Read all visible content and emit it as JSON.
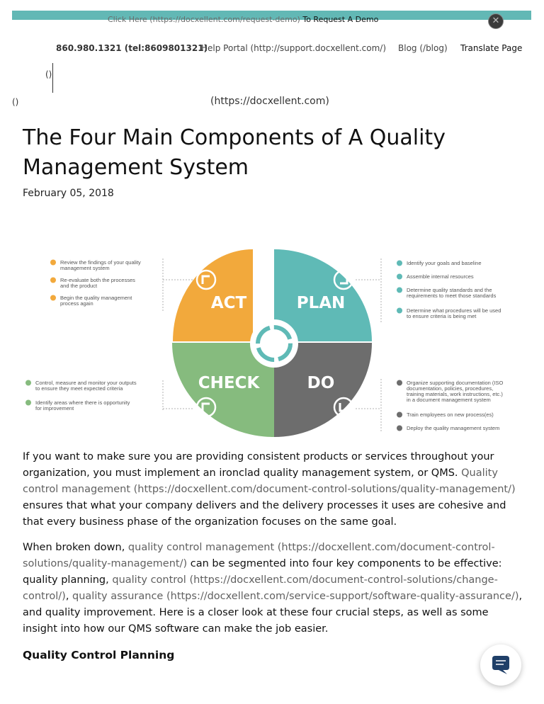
{
  "banner": {
    "url_text": "Click Here (https://docxellent.com/request-demo)",
    "cta_text": "To Request A Demo",
    "close_glyph": "✕"
  },
  "nav": {
    "phone": "860.980.1321 (tel:8609801321)",
    "help": "Help Portal (http://support.docxellent.com/)",
    "blog": "Blog (/blog)",
    "translate": "Translate Page"
  },
  "misc": {
    "paren_a": "()",
    "paren_b": "()",
    "home_link": "(https://docxellent.com)"
  },
  "article": {
    "title": "The Four Main Components of A Quality Management System",
    "date": "February 05, 2018",
    "p1_a": "If you want to make sure you are providing consistent products or services throughout your organization, you must implement an ironclad quality management system, or QMS. ",
    "p1_link": "Quality control management (https://docxellent.com/document-control-solutions/quality-management/)",
    "p1_b": " ensures that what your company delivers and the delivery processes it uses are cohesive and that every business phase of the organization focuses on the same goal.",
    "p2_a": "When broken down, ",
    "p2_link1": "quality control management (https://docxellent.com/document-control-solutions/quality-management/)",
    "p2_b": " can be segmented into four key components to be effective: quality planning, ",
    "p2_link2": "quality control (https://docxellent.com/document-control-solutions/change-control/)",
    "p2_c": ", ",
    "p2_link3": "quality assurance (https://docxellent.com/service-support/software-quality-assurance/)",
    "p2_d": ", and quality improvement. Here is a closer look at these four crucial steps, as well as some insight into how our QMS software can make the job easier.",
    "subhead": "Quality Control Planning"
  },
  "infographic": {
    "colors": {
      "act": "#f2a93c",
      "plan": "#5fbab6",
      "check": "#86bb7e",
      "do": "#6d6d6d"
    },
    "act": {
      "label": "ACT",
      "items": [
        [
          "Review the findings of your quality",
          "management system"
        ],
        [
          "Re-evaluate both the processes",
          "and the product"
        ],
        [
          "Begin the quality management",
          "process again"
        ]
      ]
    },
    "plan": {
      "label": "PLAN",
      "items": [
        [
          "Identify your goals and baseline"
        ],
        [
          "Assemble internal resources"
        ],
        [
          "Determine quality standards and the",
          "requirements to meet those standards"
        ],
        [
          "Determine what procedures will be used",
          "to ensure criteria is being met"
        ]
      ]
    },
    "check": {
      "label": "CHECK",
      "items": [
        [
          "Control, measure and monitor your outputs",
          "to ensure they meet expected criteria"
        ],
        [
          "Identify areas where there is opportunity",
          "for improvement"
        ]
      ]
    },
    "do": {
      "label": "DO",
      "items": [
        [
          "Organize supporting documentation (ISO",
          "documentation, policies, procedures,",
          "training materials, work instructions, etc.)",
          "in a document management system"
        ],
        [
          "Train employees on new process(es)"
        ],
        [
          "Deploy the quality management system"
        ]
      ]
    }
  }
}
